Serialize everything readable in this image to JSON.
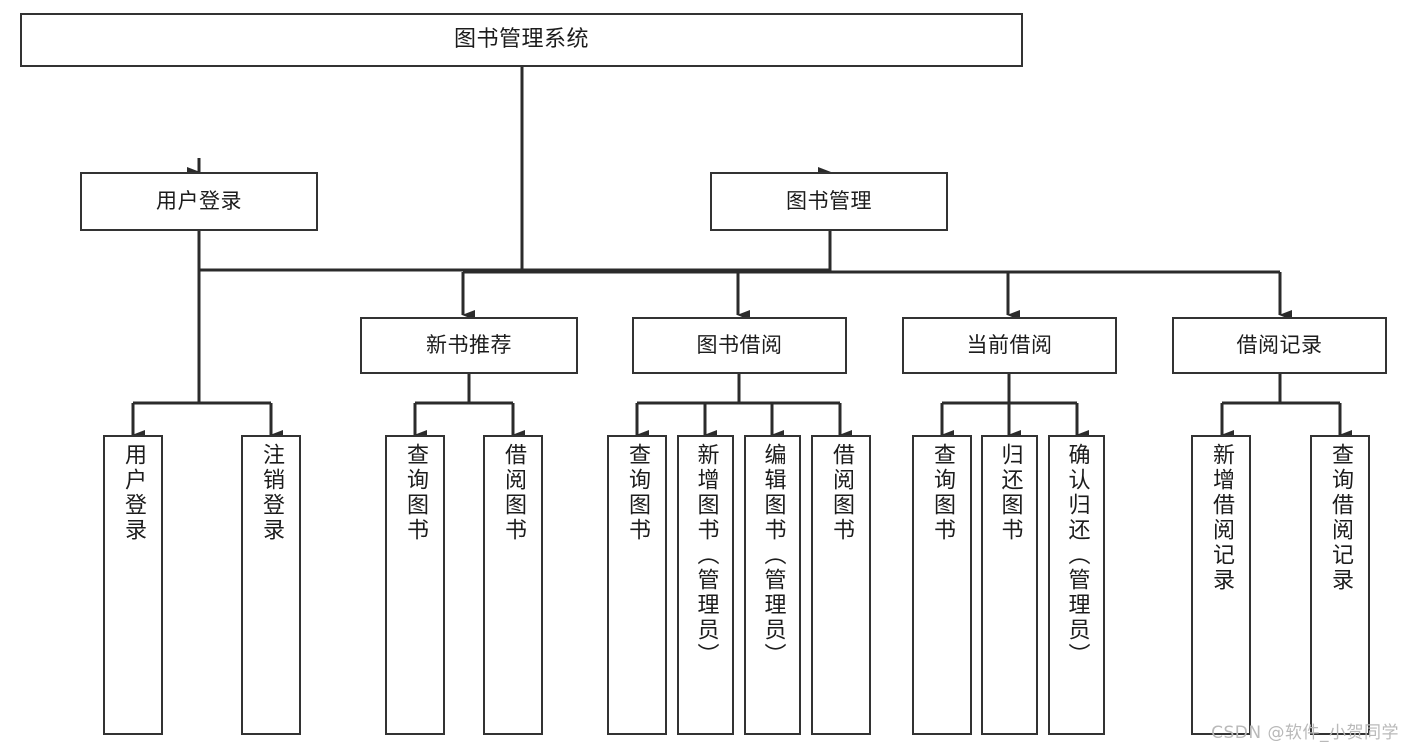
{
  "diagram": {
    "title": "图书管理系统",
    "type": "hierarchy-tree",
    "watermark": "CSDN @软件_小贺同学",
    "colors": {
      "background": "#ffffff",
      "box_border": "#333333",
      "box_fill": "#ffffff",
      "text": "#1c1c1c",
      "connector": "#2b2b2b",
      "watermark": "#b9b9b9"
    },
    "nodes": {
      "root": {
        "label": "图书管理系统"
      },
      "level1": [
        {
          "label": "用户登录"
        },
        {
          "label": "图书管理"
        }
      ],
      "level2": [
        {
          "label": "新书推荐"
        },
        {
          "label": "图书借阅"
        },
        {
          "label": "当前借阅"
        },
        {
          "label": "借阅记录"
        }
      ],
      "leaves": {
        "user_login": [
          {
            "label": "用户登录"
          },
          {
            "label": "注销登录"
          }
        ],
        "new_book_recommend": [
          {
            "label": "查询图书"
          },
          {
            "label": "借阅图书"
          }
        ],
        "book_borrow": [
          {
            "label": "查询图书"
          },
          {
            "label": "新增图书（管理员）"
          },
          {
            "label": "编辑图书（管理员）"
          },
          {
            "label": "借阅图书"
          }
        ],
        "current_borrow": [
          {
            "label": "查询图书"
          },
          {
            "label": "归还图书"
          },
          {
            "label": "确认归还（管理员）"
          }
        ],
        "borrow_record": [
          {
            "label": "新增借阅记录"
          },
          {
            "label": "查询借阅记录"
          }
        ]
      }
    }
  }
}
